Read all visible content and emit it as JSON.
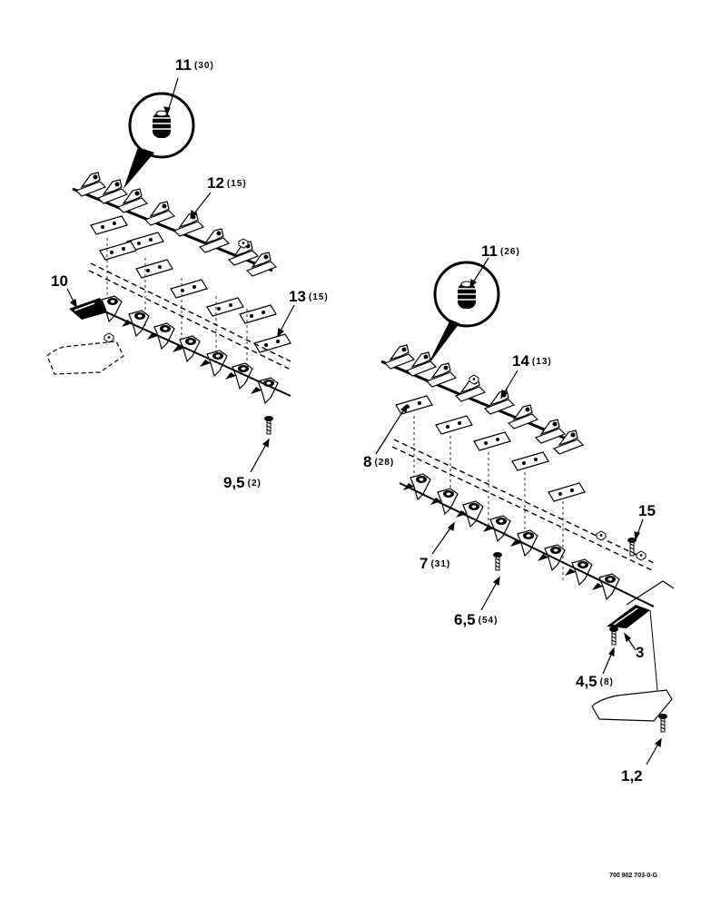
{
  "callouts": {
    "c11a": {
      "num": "11",
      "qty": "(30)"
    },
    "c12": {
      "num": "12",
      "qty": "(15)"
    },
    "c10": {
      "num": "10",
      "qty": ""
    },
    "c13": {
      "num": "13",
      "qty": "(15)"
    },
    "c95": {
      "num": "9,5",
      "qty": "(2)"
    },
    "c11b": {
      "num": "11",
      "qty": "(26)"
    },
    "c14": {
      "num": "14",
      "qty": "(13)"
    },
    "c8": {
      "num": "8",
      "qty": "(28)"
    },
    "c15": {
      "num": "15",
      "qty": ""
    },
    "c7": {
      "num": "7",
      "qty": "(31)"
    },
    "c65": {
      "num": "6,5",
      "qty": "(54)"
    },
    "c3": {
      "num": "3",
      "qty": ""
    },
    "c45": {
      "num": "4,5",
      "qty": "(8)"
    },
    "c12b": {
      "num": "1,2",
      "qty": ""
    }
  },
  "drawing_code": "700 902 703-0-G",
  "colors": {
    "ink": "#000000",
    "paper": "#ffffff"
  }
}
